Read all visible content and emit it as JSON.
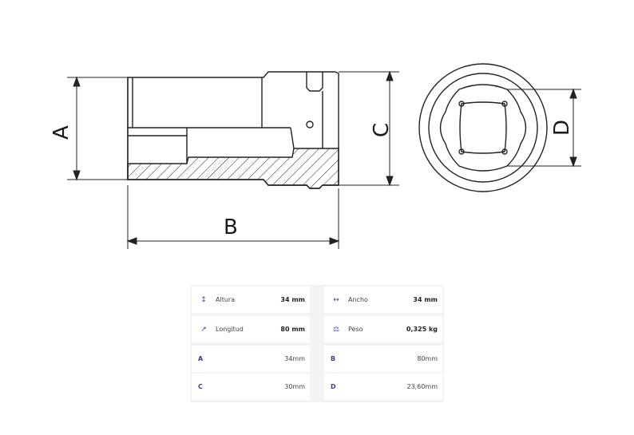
{
  "drawing": {
    "labels": {
      "A": "A",
      "B": "B",
      "C": "C",
      "D": "D"
    }
  },
  "specs": {
    "rows": [
      {
        "left": {
          "icon": "height-arrows-icon",
          "glyph": "↕",
          "label": "Altura",
          "value": "34 mm"
        },
        "right": {
          "icon": "width-arrows-icon",
          "glyph": "↔",
          "label": "Ancho",
          "value": "34 mm"
        }
      },
      {
        "left": {
          "icon": "length-arrow-icon",
          "glyph": "↗",
          "label": "Longitud",
          "value": "80 mm"
        },
        "right": {
          "icon": "weight-icon",
          "glyph": "⚖",
          "label": "Peso",
          "value": "0,325 kg"
        }
      },
      {
        "left": {
          "key": "A",
          "value": "34mm"
        },
        "right": {
          "key": "B",
          "value": "80mm"
        }
      },
      {
        "left": {
          "key": "C",
          "value": "30mm"
        },
        "right": {
          "key": "D",
          "value": "23,60mm"
        }
      }
    ],
    "accent_color": "#3a3f9a"
  }
}
